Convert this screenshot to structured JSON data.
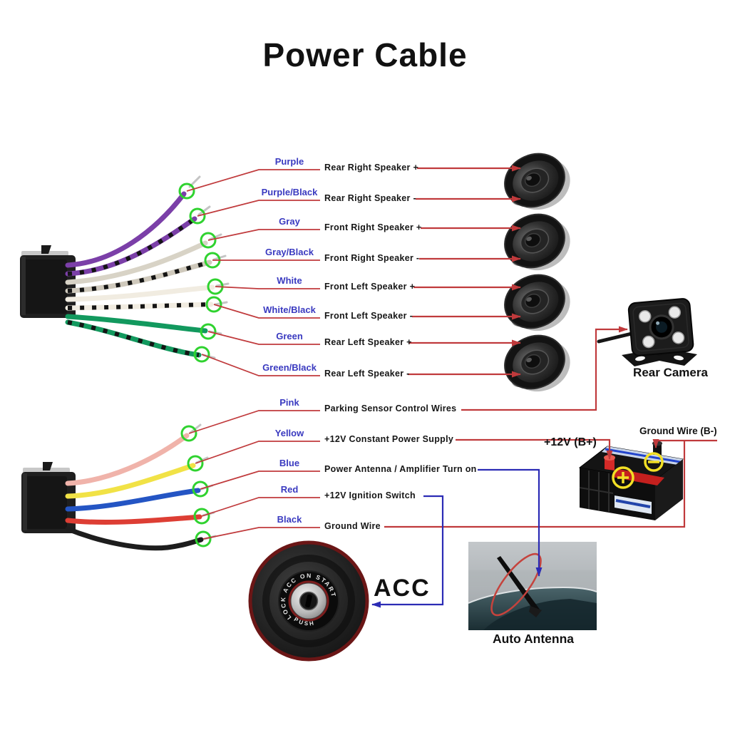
{
  "title": "Power Cable",
  "top_harness": {
    "wires": [
      {
        "name": "Purple",
        "function": "Rear Right Speaker +",
        "hex": "#7b3fa8"
      },
      {
        "name": "Purple/Black",
        "function": "Rear Right Speaker -",
        "hex": "#7b3fa8",
        "stripe": "#141414"
      },
      {
        "name": "Gray",
        "function": "Front Right Speaker +",
        "hex": "#d8d3c6"
      },
      {
        "name": "Gray/Black",
        "function": "Front Right Speaker -",
        "hex": "#cfc9bc",
        "stripe": "#141414"
      },
      {
        "name": "White",
        "function": "Front Left Speaker +",
        "hex": "#f1ece1"
      },
      {
        "name": "White/Black",
        "function": "Front Left Speaker -",
        "hex": "#f1ece1",
        "stripe": "#141414"
      },
      {
        "name": "Green",
        "function": "Rear Left Speaker +",
        "hex": "#12995e"
      },
      {
        "name": "Green/Black",
        "function": "Rear Left Speaker -",
        "hex": "#12995e",
        "stripe": "#141414"
      }
    ]
  },
  "bottom_harness": {
    "wires": [
      {
        "name": "Pink",
        "function": "Parking Sensor Control Wires",
        "hex": "#f0b3aa"
      },
      {
        "name": "Yellow",
        "function": "+12V Constant Power Supply",
        "hex": "#f1e246"
      },
      {
        "name": "Blue",
        "function": "Power Antenna / Amplifier Turn on",
        "hex": "#2455c4"
      },
      {
        "name": "Red",
        "function": "+12V Ignition Switch",
        "hex": "#dd3e34"
      },
      {
        "name": "Black",
        "function": "Ground Wire",
        "hex": "#1d1d1d"
      }
    ]
  },
  "devices": {
    "rear_camera": {
      "label": "Rear Camera"
    },
    "battery": {
      "positive_label": "+12V  (B+)",
      "negative_label": "Ground Wire (B-)"
    },
    "ignition": {
      "label": "ACC",
      "ring_text": "LOCK  ACC ON  START",
      "push_text": "PUSH"
    },
    "antenna": {
      "label": "Auto Antenna"
    }
  },
  "colors": {
    "annotation_red": "#c03a3c",
    "annotation_blue": "#2b2bb5",
    "wire_name_blue": "#3a3ac0",
    "tip_circle_green": "#2fd22f"
  }
}
